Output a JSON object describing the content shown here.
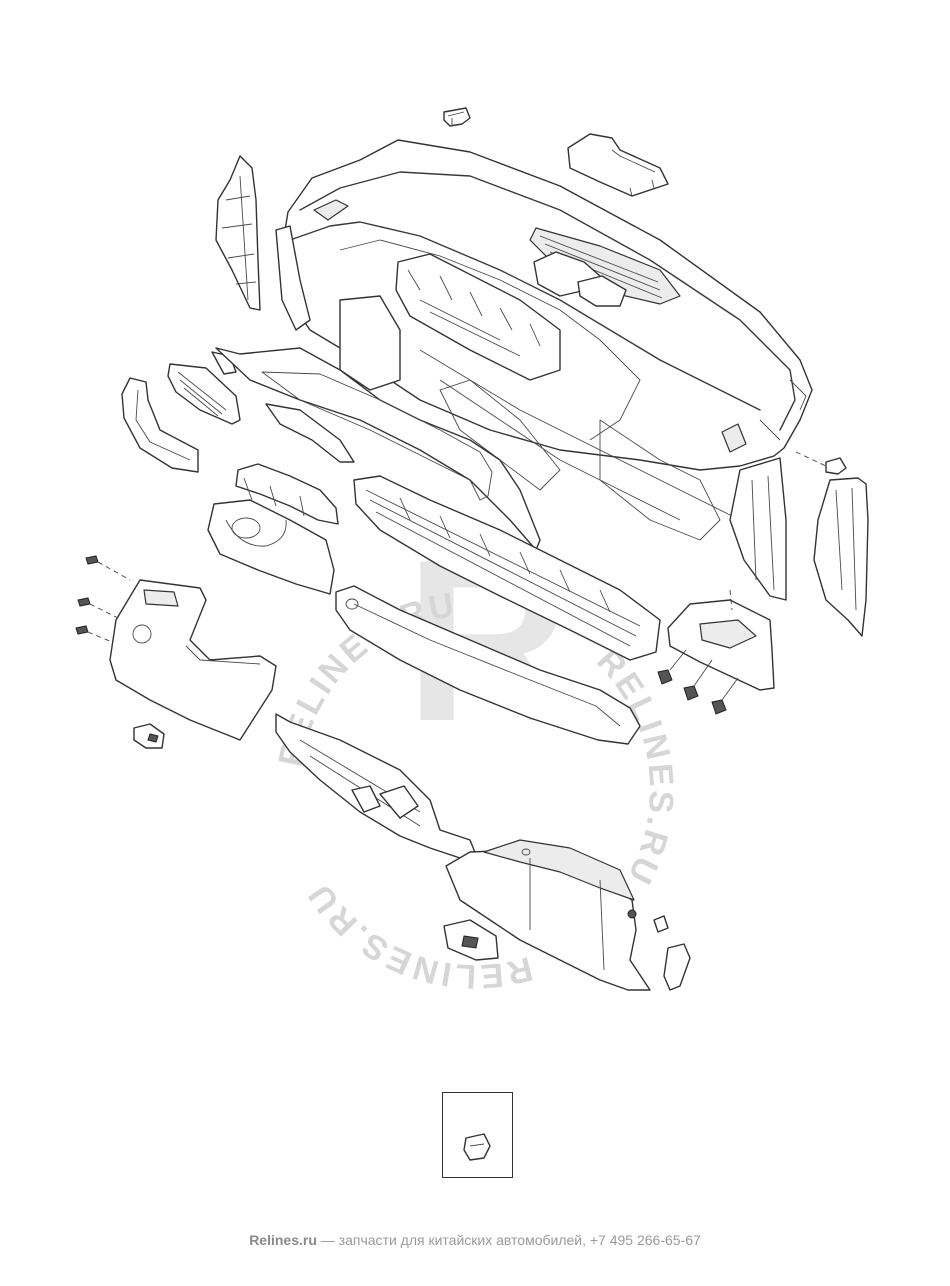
{
  "watermark": {
    "ring_text": "RELINES.RU",
    "logo_letter": "R"
  },
  "footer": {
    "brand": "Relines.ru",
    "tagline": " — запчасти для китайских автомобилей, +7 495 266-65-67"
  },
  "colors": {
    "line": "#333333",
    "watermark": "#d6d6d6",
    "footer_text": "#9a9a9a"
  }
}
